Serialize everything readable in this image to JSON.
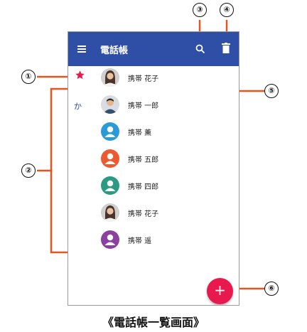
{
  "app_bar": {
    "title": "電話帳",
    "icons": [
      "menu-icon",
      "search-icon",
      "delete-icon"
    ],
    "color": "#2f4ea5"
  },
  "index": {
    "favorite_icon": "star-icon",
    "favorite_color": "#e8194e",
    "kana": "か"
  },
  "contacts": [
    {
      "name": "携帯 花子",
      "avatar": "photo-woman",
      "color": "#9e9e9e"
    },
    {
      "name": "携帯 一郎",
      "avatar": "photo-man",
      "color": "#9e9e9e"
    },
    {
      "name": "携帯 薫",
      "avatar": "person-icon",
      "color": "#2b9bd8"
    },
    {
      "name": "携帯 五郎",
      "avatar": "person-icon",
      "color": "#ee5a2f"
    },
    {
      "name": "携帯 四郎",
      "avatar": "person-icon",
      "color": "#2a9a83"
    },
    {
      "name": "携帯 花子",
      "avatar": "photo-woman",
      "color": "#9e9e9e"
    },
    {
      "name": "携帯 遥",
      "avatar": "person-icon",
      "color": "#8b3fa0"
    }
  ],
  "fab": {
    "label": "+",
    "color": "#e8194e"
  },
  "callouts": [
    "①",
    "②",
    "③",
    "④",
    "⑤",
    "⑥"
  ],
  "callout_line_color": "#e8541e",
  "caption": "《電話帳一覧画面》"
}
